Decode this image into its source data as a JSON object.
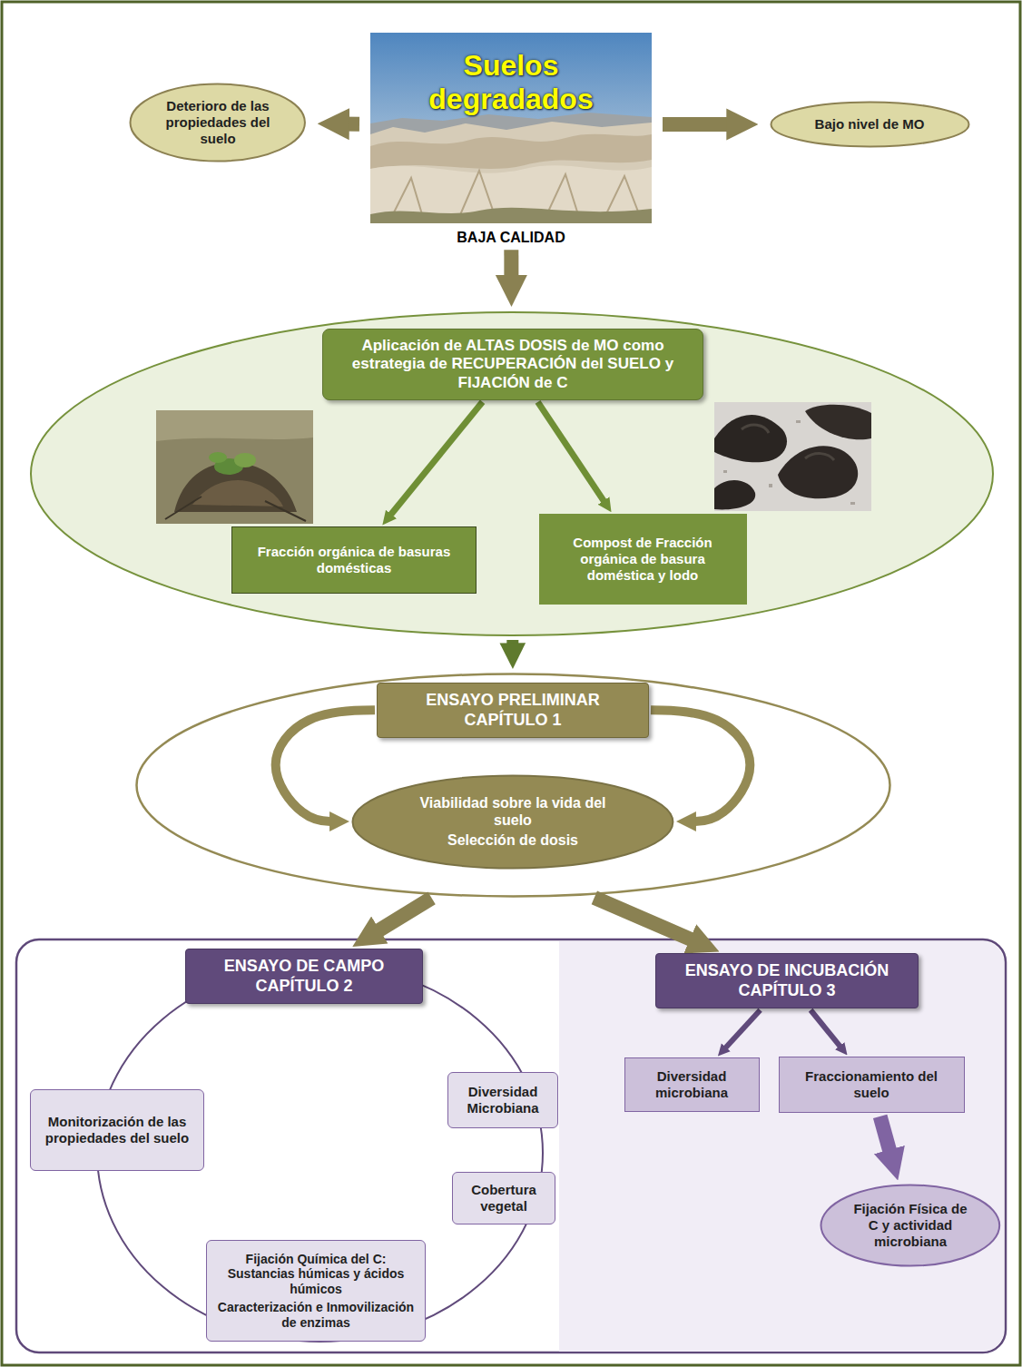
{
  "diagram": {
    "nodes": [
      {
        "text": [
          "Deterioro de las propiedades del suelo"
        ]
      },
      {
        "text": [
          "Suelos degradados",
          "BAJA CALIDAD"
        ]
      },
      {
        "text": [
          "Bajo nivel de MO"
        ]
      },
      {
        "text": [
          "Aplicación de ALTAS DOSIS de MO como estrategia de RECUPERACIÓN del SUELO y FIJACIÓN de C"
        ]
      },
      {
        "text": [
          "Fracción orgánica de basuras domésticas"
        ],
        "in": 3
      },
      {
        "text": [
          "Compost de Fracción orgánica de basura doméstica y lodo"
        ],
        "in": 3
      },
      {
        "text": [
          "ENSAYO PRELIMINAR CAPÍTULO 1"
        ]
      },
      {
        "text": [
          "Viabilidad sobre la vida del suelo",
          "Selección de dosis"
        ],
        "in": 6
      },
      {
        "text": [
          "ENSAYO DE CAMPO CAPÍTULO 2"
        ]
      },
      {
        "text": [
          "Monitorización de las propiedades del suelo"
        ],
        "in": 8
      },
      {
        "text": [
          "Diversidad Microbiana"
        ],
        "in": 8
      },
      {
        "text": [
          "Cobertura vegetal"
        ],
        "in": 8
      },
      {
        "text": [
          "Fijación Química del C: Sustancias húmicas y ácidos húmicos",
          "Caracterización e Inmovilización de enzimas"
        ],
        "in": 8
      },
      {
        "text": [
          "ENSAYO DE INCUBACIÓN CAPÍTULO 3"
        ]
      },
      {
        "text": [
          "Diversidad microbiana"
        ],
        "in": 13
      },
      {
        "text": [
          "Fraccionamiento del suelo"
        ],
        "in": 13
      },
      {
        "text": [
          "Fijación Física de C y actividad microbiana"
        ],
        "in": 13
      }
    ],
    "edges": [
      {
        "from": 1,
        "to": 0,
        "arrow": "to"
      },
      {
        "from": 1,
        "to": 2,
        "arrow": "to"
      },
      {
        "from": 1,
        "to": 3,
        "arrow": "to"
      },
      {
        "from": 3,
        "to": 4,
        "arrow": "to"
      },
      {
        "from": 3,
        "to": 5,
        "arrow": "to"
      },
      {
        "from": 3,
        "to": 6,
        "arrow": "to"
      },
      {
        "from": 6,
        "to": 7,
        "arrow": "to"
      },
      {
        "from": 6,
        "to": 7,
        "arrow": "to"
      },
      {
        "from": 6,
        "to": 8,
        "arrow": "to"
      },
      {
        "from": 6,
        "to": 13,
        "arrow": "to"
      },
      {
        "from": 13,
        "to": 14,
        "arrow": "to"
      },
      {
        "from": 13,
        "to": 15,
        "arrow": "to"
      },
      {
        "from": 15,
        "to": 16,
        "arrow": "to"
      }
    ]
  }
}
